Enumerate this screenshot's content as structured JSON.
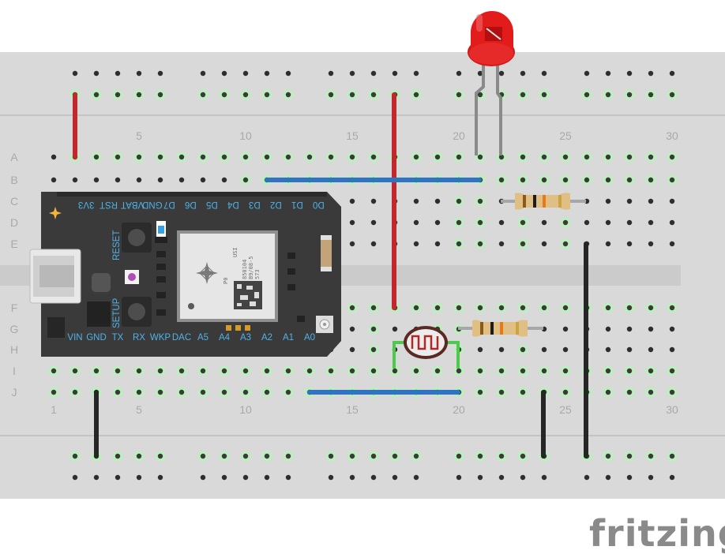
{
  "watermark": "fritzing",
  "breadboard": {
    "row_letters_top": [
      "A",
      "B",
      "C",
      "D",
      "E"
    ],
    "row_letters_bottom": [
      "F",
      "G",
      "H",
      "I",
      "J"
    ],
    "column_numbers": [
      "1",
      "5",
      "10",
      "15",
      "20",
      "25",
      "30"
    ]
  },
  "photon": {
    "top_pins": [
      "3V3",
      "RST",
      "VBAT",
      "GND",
      "D7",
      "D6",
      "D5",
      "D4",
      "D3",
      "D2",
      "D1",
      "D0"
    ],
    "bottom_pins": [
      "VIN",
      "GND",
      "TX",
      "RX",
      "WKP",
      "DAC",
      "A5",
      "A4",
      "A3",
      "A2",
      "A1",
      "A0"
    ],
    "button_reset": "RESET",
    "button_setup": "SETUP",
    "module_mark": "P0",
    "module_brand": "USI",
    "module_lines": [
      "850104",
      "B9/08-5",
      "573"
    ]
  },
  "colors": {
    "board": "#d9d9d9",
    "hole": "#2e2e2e",
    "connected_ring": "#4ec94e",
    "wire_red": "#c1272d",
    "wire_blue": "#2f74c0",
    "wire_black": "#262626",
    "led": "#e21b1b",
    "photon_body": "#3a3a3a",
    "pin_label": "#4fb2e8"
  }
}
